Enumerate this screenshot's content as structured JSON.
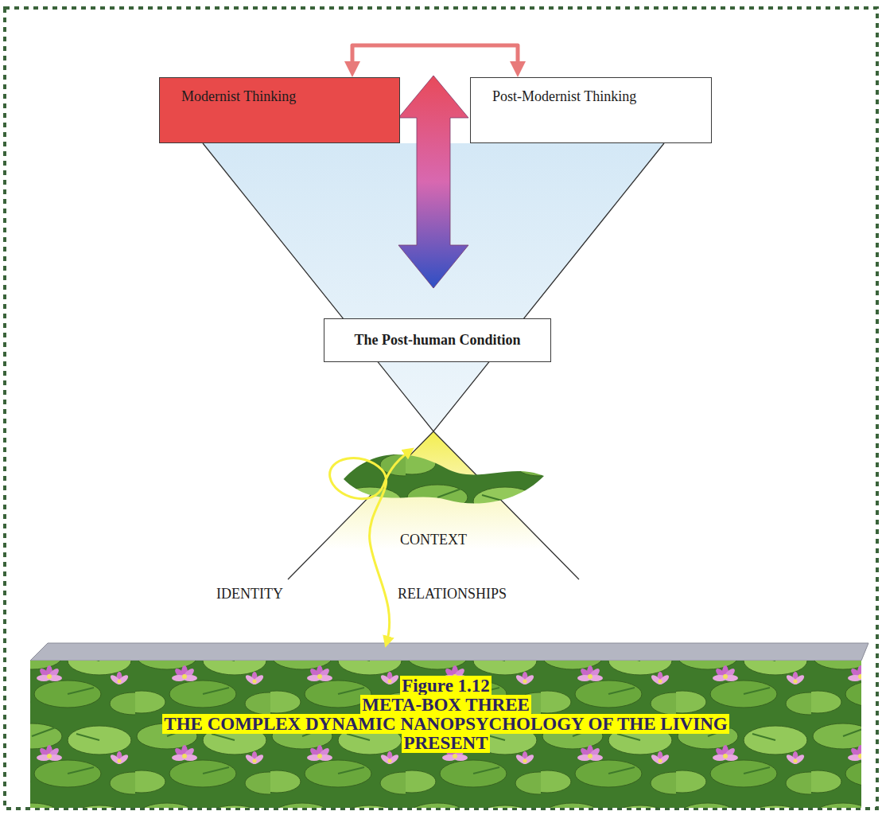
{
  "diagram": {
    "nodes": [
      {
        "text": [
          "Modernist Thinking"
        ]
      },
      {
        "text": [
          "Post-Modernist Thinking"
        ]
      },
      {
        "text": [
          "The Post-human Condition"
        ]
      },
      {
        "text": [
          "Figure 1.12",
          "META-BOX THREE",
          "THE COMPLEX DYNAMIC NANOPSYCHOLOGY OF THE LIVING PRESENT"
        ]
      }
    ],
    "edges": [
      {
        "from": 0,
        "to": 1,
        "arrow": "both"
      }
    ],
    "labels": [
      "CONTEXT",
      "IDENTITY",
      "RELATIONSHIPS"
    ]
  }
}
